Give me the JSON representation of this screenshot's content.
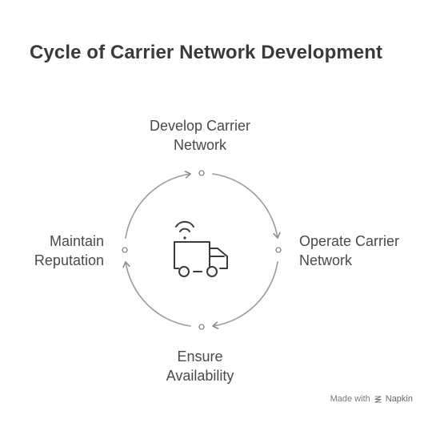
{
  "title": "Cycle of Carrier Network Development",
  "nodes": [
    {
      "id": "top",
      "line1": "Develop Carrier",
      "line2": "Network"
    },
    {
      "id": "right",
      "line1": "Operate Carrier",
      "line2": "Network"
    },
    {
      "id": "bottom",
      "line1": "Ensure",
      "line2": "Availability"
    },
    {
      "id": "left",
      "line1": "Maintain",
      "line2": "Reputation"
    }
  ],
  "center_icon": "truck-with-signal-icon",
  "footer": {
    "made_with": "Made with",
    "brand": "Napkin",
    "brand_icon": "napkin-logo-icon"
  },
  "colors": {
    "stroke": "#8c8c8c",
    "text": "#3a3a3a",
    "icon": "#3a3a3a"
  }
}
